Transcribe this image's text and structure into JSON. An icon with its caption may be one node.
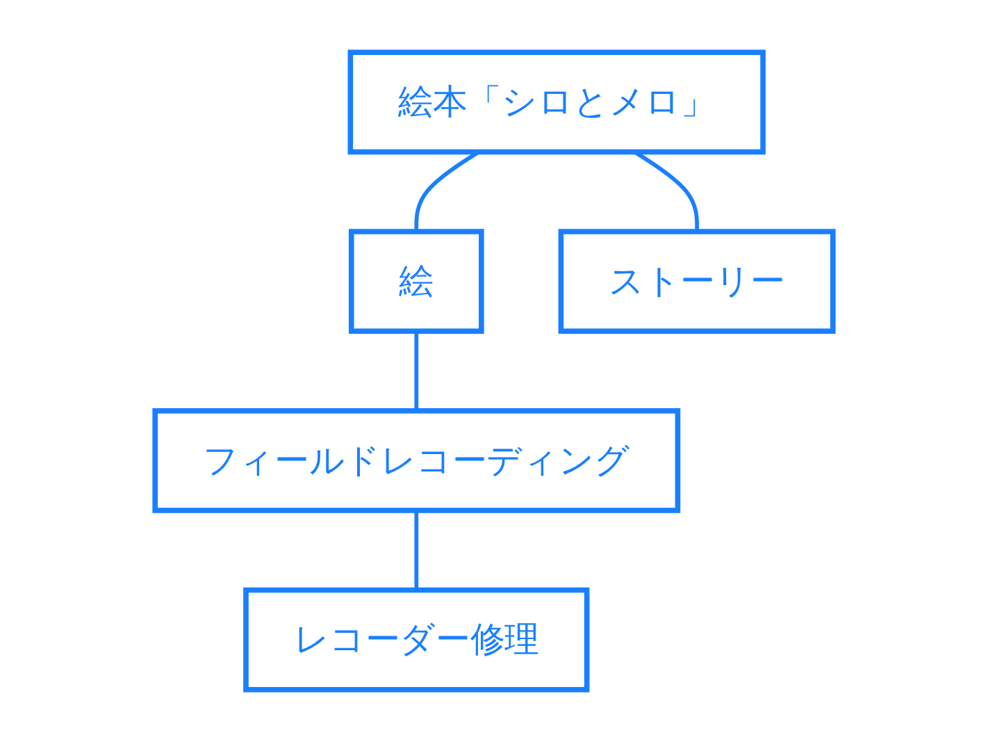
{
  "diagram": {
    "nodes": [
      {
        "text": [
          "絵本「シロとメロ」"
        ]
      },
      {
        "text": [
          "絵"
        ]
      },
      {
        "text": [
          "ストーリー"
        ]
      },
      {
        "text": [
          "フィールドレコーディング"
        ]
      },
      {
        "text": [
          "レコーダー修理"
        ]
      }
    ],
    "edges": [
      {
        "from": 0,
        "to": 1,
        "arrow": "none"
      },
      {
        "from": 0,
        "to": 2,
        "arrow": "none"
      },
      {
        "from": 1,
        "to": 3,
        "arrow": "none"
      },
      {
        "from": 3,
        "to": 4,
        "arrow": "none"
      }
    ]
  }
}
